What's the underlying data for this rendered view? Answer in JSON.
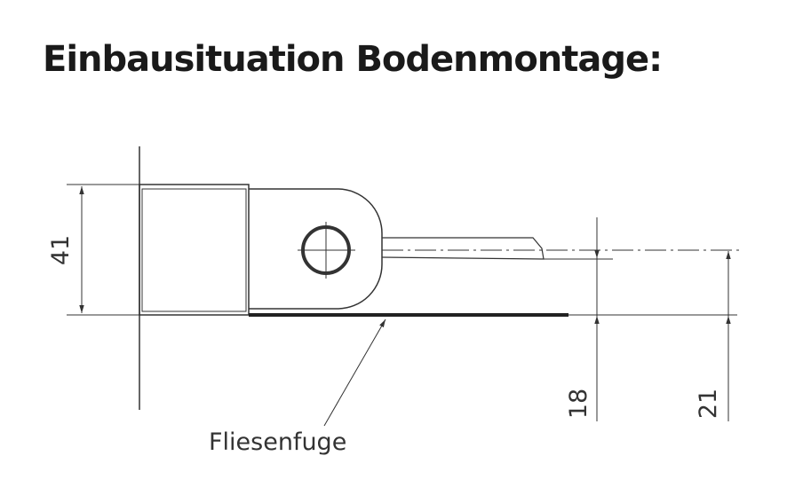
{
  "title": "Einbausituation Bodenmontage:",
  "dimensions": {
    "height": "41",
    "offset_a": "18",
    "offset_b": "21"
  },
  "label_joint": "Fliesenfuge",
  "colors": {
    "line": "#333333",
    "text": "#1a1a1a"
  }
}
